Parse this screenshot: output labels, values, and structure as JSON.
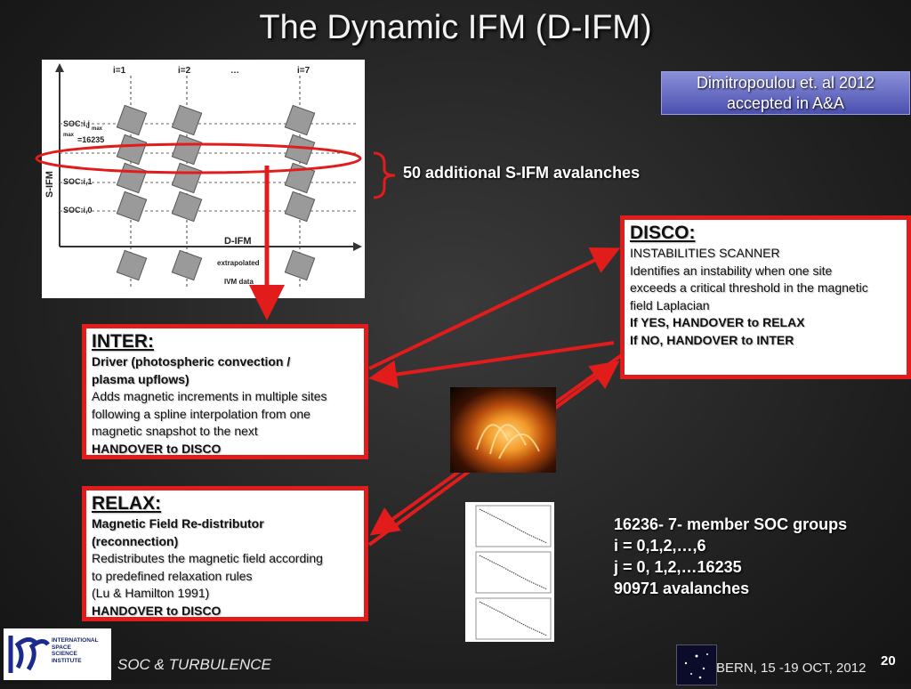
{
  "title": "The Dynamic IFM (D-IFM)",
  "citation": {
    "line1": "Dimitropoulou et. al 2012",
    "line2": "accepted in A&A"
  },
  "diagram": {
    "col_labels": [
      "i=1",
      "i=2",
      "…",
      "i=7"
    ],
    "y_axis_label": "S-IFM",
    "row_labels": [
      "SOC:i,j",
      "max",
      "max",
      "=16235",
      "SOC:i,1",
      "SOC:i,0"
    ],
    "x_axis_label": "D-IFM",
    "note_line1": "extrapolated",
    "note_line2": "IVM data"
  },
  "additional_note": "50 additional S-IFM avalanches",
  "disco": {
    "heading": "DISCO:",
    "subtitle": "INSTABILITIES SCANNER",
    "desc_lines": [
      "Identifies an instability when one site",
      "exceeds a critical threshold in the magnetic",
      "field Laplacian"
    ],
    "yes": "If YES, HANDOVER to RELAX",
    "no": "If  NO, HANDOVER to INTER"
  },
  "inter": {
    "heading": "INTER:",
    "bold_lines": [
      "Driver (photospheric convection /",
      "plasma upflows)"
    ],
    "desc_lines": [
      "Adds magnetic increments in multiple sites",
      "following a spline interpolation from one",
      "magnetic snapshot to the next"
    ],
    "handover": "HANDOVER to DISCO"
  },
  "relax": {
    "heading": "RELAX:",
    "bold_lines": [
      "Magnetic Field Re-distributor",
      "(reconnection)"
    ],
    "desc_lines": [
      " Redistributes the magnetic field according",
      " to predefined relaxation rules",
      "(Lu & Hamilton 1991)"
    ],
    "handover": "HANDOVER to DISCO"
  },
  "stats": {
    "lines": [
      "16236- 7- member  SOC groups",
      " i = 0,1,2,…,6",
      " j = 0, 1,2,…16235",
      " 90971 avalanches"
    ]
  },
  "logo": {
    "lines": [
      "INTERNATIONAL",
      "SPACE",
      "SCIENCE",
      "INSTITUTE"
    ]
  },
  "footer": {
    "left": "SOC & TURBULENCE",
    "right": "BERN, 15 -19 OCT, 2012",
    "page_number": "20"
  },
  "colors": {
    "accent_red": "#e21b1b",
    "citation_blue": "#5a5fc0"
  }
}
